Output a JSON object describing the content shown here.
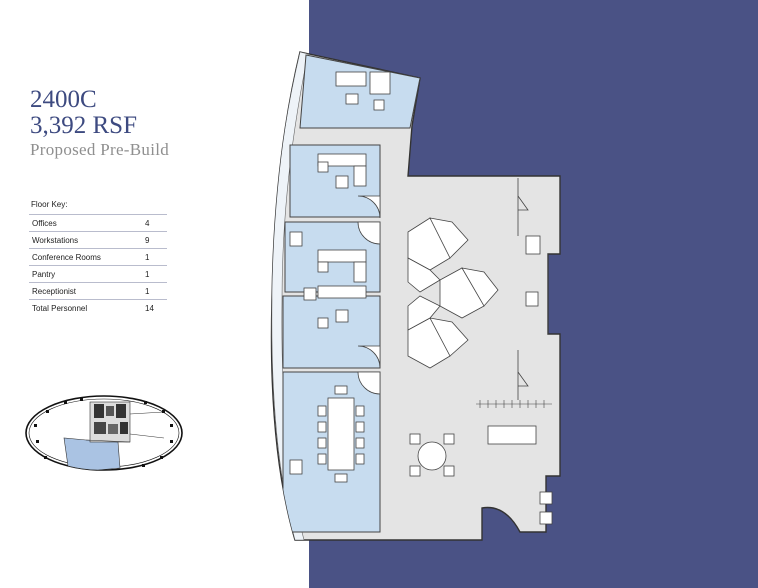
{
  "header": {
    "suite": "2400C",
    "area": "3,392 RSF",
    "subtitle": "Proposed Pre-Build"
  },
  "floor_key": {
    "title": "Floor Key:",
    "rows": [
      {
        "label": "Offices",
        "value": "4"
      },
      {
        "label": "Workstations",
        "value": "9"
      },
      {
        "label": "Conference Rooms",
        "value": "1"
      },
      {
        "label": "Pantry",
        "value": "1"
      },
      {
        "label": "Receptionist",
        "value": "1"
      },
      {
        "label": "Total Personnel",
        "value": "14"
      }
    ]
  },
  "colors": {
    "brand_navy": "#4a5285",
    "title_text": "#3d4a80",
    "office_fill": "#c7dcef",
    "common_fill": "#e4e4e4",
    "highlight_fill": "#aac3e3"
  },
  "icons": [
    "keyplan-map",
    "floor-plan-drawing"
  ]
}
